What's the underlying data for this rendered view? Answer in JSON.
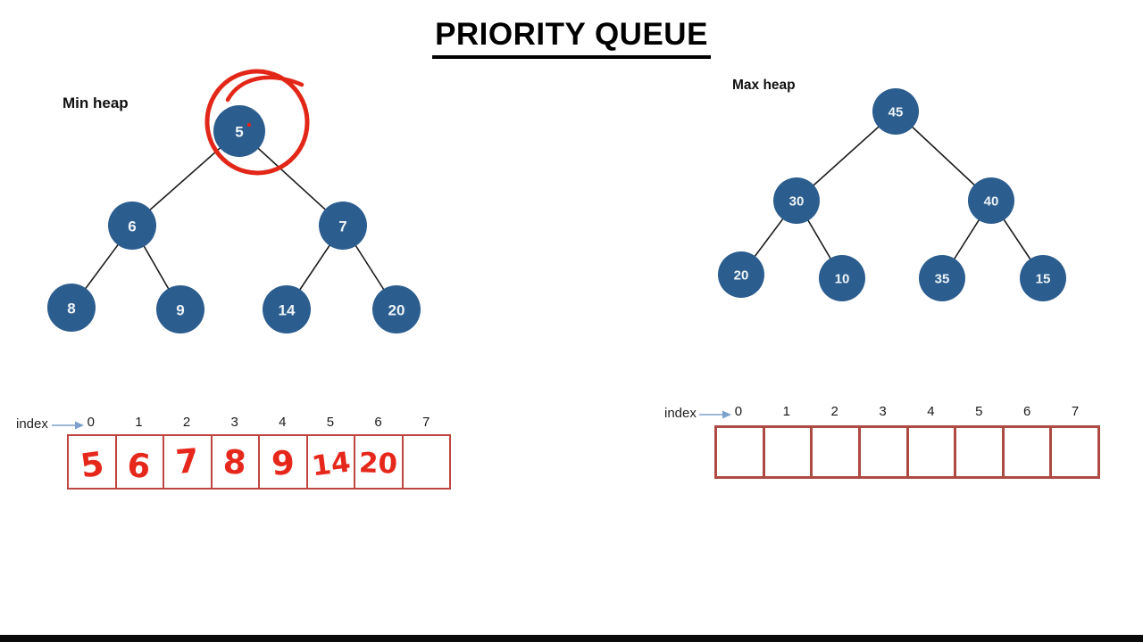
{
  "title": "PRIORITY QUEUE",
  "min_heap": {
    "label": "Min heap",
    "values": [
      "5",
      "6",
      "7",
      "8",
      "9",
      "14",
      "20"
    ],
    "annotation": "hand-drawn red circle around root node 5"
  },
  "max_heap": {
    "label": "Max heap",
    "values": [
      "45",
      "30",
      "40",
      "20",
      "10",
      "35",
      "15"
    ]
  },
  "arrays": {
    "index_label": "index",
    "indices": [
      "0",
      "1",
      "2",
      "3",
      "4",
      "5",
      "6",
      "7"
    ],
    "min_heap_array_values": [
      "5",
      "6",
      "7",
      "8",
      "9",
      "14",
      "20",
      ""
    ],
    "max_heap_array_values": [
      "",
      "",
      "",
      "",
      "",
      "",
      "",
      ""
    ]
  },
  "colors": {
    "node_fill": "#2b5d8e",
    "node_text": "#eff4f8",
    "edge": "#1c1c1c",
    "annotation_red": "#e22718",
    "handwriting_red": "#e6281c",
    "array_border_min": "#bf4640",
    "array_border_max": "#ad4a43",
    "index_arrow_blue": "#7da0cc"
  }
}
